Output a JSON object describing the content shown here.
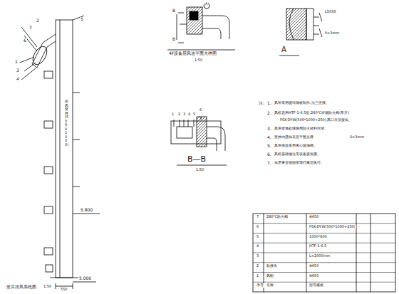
{
  "diagram": {
    "labels": [
      "7",
      "2",
      "6",
      "5",
      "1",
      "3",
      "4",
      "5.800",
      "5.000",
      "550",
      "排风竖井(500X1000)",
      "竖井排风系统图",
      "1:50",
      "4F设备层风道平面大样图",
      "1:50",
      "B",
      "B",
      "A",
      "1",
      "2",
      "3",
      "4",
      "5",
      "6",
      "B—B",
      "1:50",
      "L50X5",
      "δ=3mm",
      "A",
      "注:",
      "1.",
      "风管采用镀锌钢板制作,法兰连接。",
      "2.",
      "风机选用HTF-1-6.5型,280℃排烟防火阀(常开)",
      "PSK-DYW(500*1000+250),风口吊顶安装。",
      "3.",
      "风管穿墙处缝隙用防火材料封堵。",
      "4.",
      "竖井内壁抹灰应平整光滑",
      "δ=3mm",
      "5.",
      "风管保温采用离心玻璃棉。",
      "6.",
      "风机基础做法见设备安装图。",
      "7.",
      "未尽事宜按国家现行规范执行。",
      "7",
      "280℃防火阀",
      "Φ650",
      "6",
      "PSK-DYW(500*1000+250)",
      "5",
      "1000*800",
      "4",
      "HTF-1-6.5",
      "3",
      "L=2000mm",
      "2",
      "软接头",
      "Φ650",
      "1",
      "风帽",
      "Φ650",
      "序号",
      "名称",
      "型号规格"
    ]
  }
}
